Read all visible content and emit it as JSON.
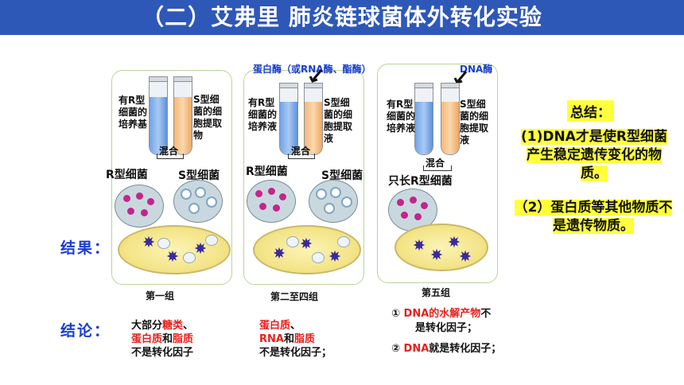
{
  "title": "（二）艾弗里  肺炎链球菌体外转化实验",
  "groups": [
    {
      "label": "第一组",
      "left_tube": "有R型细菌的培养基",
      "right_tube": "S型细菌的细胞提取物",
      "mix": "混合",
      "cell_left": "R型细菌",
      "cell_right": "S型细菌"
    },
    {
      "label": "第二至四组",
      "enzyme": "蛋白酶（或RNA酶、酯酶）",
      "left_tube": "有R型细菌的培养液",
      "right_tube": "S型细菌的细胞提取液",
      "mix": "混合",
      "cell_left": "R型细菌",
      "cell_right": "S型细菌"
    },
    {
      "label": "第五组",
      "enzyme": "DNA酶",
      "left_tube": "有R型细菌的培养液",
      "right_tube": "S型细菌的细胞提取液",
      "mix": "混合",
      "cell_left": "只长R型细菌"
    }
  ],
  "result_label": "结果：",
  "conclusion_label": "结论：",
  "conclusions": {
    "c1": {
      "a": "大部分",
      "b": "糖类",
      "c": "、",
      "d": "蛋白质",
      "e": "和",
      "f": "脂质",
      "g": "不是转化因子"
    },
    "c2": {
      "a": "蛋白质",
      "b": "、",
      "c": "RNA",
      "d": "和",
      "e": "脂质",
      "f": "不是转化因子；"
    },
    "c3": {
      "n1": "①",
      "a": "DNA的水解产物",
      "b": "不",
      "c": "是转化因子；",
      "n2": "②",
      "d": "DNA",
      "e": "就是转化因子；"
    }
  },
  "summary": {
    "title": "总结：",
    "p1": "(1)DNA才是使R型细菌产生稳定遗传变化的物质。",
    "p2": "（2）蛋白质等其他物质不是遗传物质。"
  }
}
